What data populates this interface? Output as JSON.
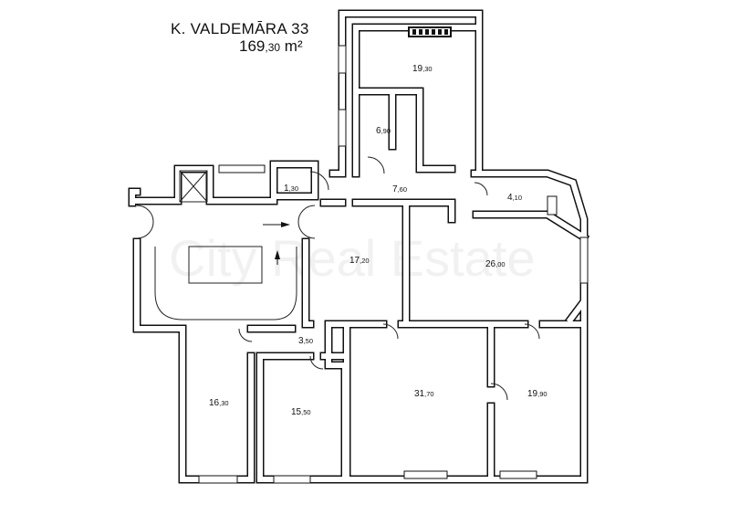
{
  "plan": {
    "address": "K. VALDEMĀRA  33",
    "total_area_main": "169",
    "total_area_dec": ",30",
    "total_area_unit": " m²",
    "watermark": "City Real Estate"
  },
  "rooms": [
    {
      "main": "19",
      "dec": ",30"
    },
    {
      "main": "6",
      "dec": ",90"
    },
    {
      "main": "1",
      "dec": ",30"
    },
    {
      "main": "7",
      "dec": ",60"
    },
    {
      "main": "4",
      "dec": ",10"
    },
    {
      "main": "17",
      "dec": ",20"
    },
    {
      "main": "26",
      "dec": ",00"
    },
    {
      "main": "3",
      "dec": ",50"
    },
    {
      "main": "16",
      "dec": ",30"
    },
    {
      "main": "15",
      "dec": ",50"
    },
    {
      "main": "31",
      "dec": ",70"
    },
    {
      "main": "19",
      "dec": ",90"
    }
  ]
}
